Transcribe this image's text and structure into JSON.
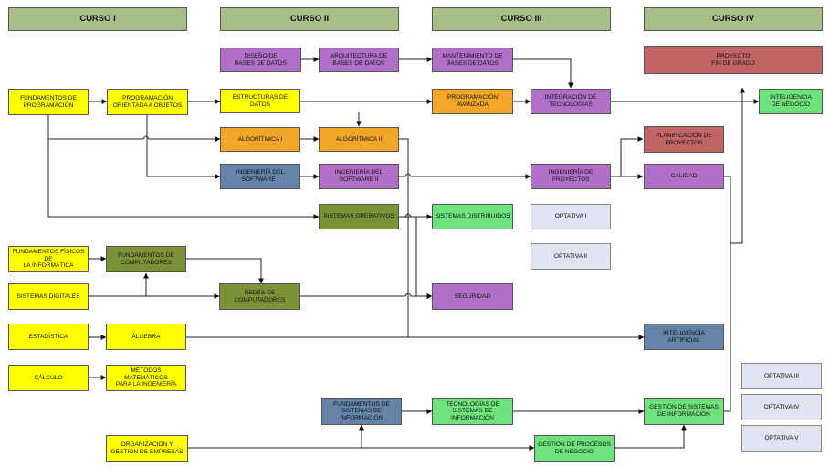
{
  "headers": [
    "CURSO I",
    "CURSO II",
    "CURSO III",
    "CURSO IV"
  ],
  "courses": {
    "fundamentos_programacion": "FUNDAMENTOS DE\nPROGRAMACIÓN",
    "poo": "PROGRAMACIÓN\nORIENTADA A OBJETOS",
    "diseno_bd": "DISEÑO DE\nBASES DE DATOS",
    "arquitectura_bd": "ARQUITECTURA DE\nBASES DE DATOS",
    "mantenimiento_bd": "MANTENIMIENTO DE\nBASES DE DATOS",
    "proyecto_fin_grado": "PROYECTO\nFIN DE GRADO",
    "estructuras_datos": "ESTRUCTURAS DE DATOS",
    "programacion_avanzada": "PROGRAMACIÓN\nAVANZADA",
    "integracion_tecnologias": "INTEGRACIÓN DE\nTECNOLOGÍAS",
    "inteligencia_negocio": "INTELIGENCIA\nDE NEGOCIO",
    "algoritmica_1": "ALGORÍTMICA I",
    "algoritmica_2": "ALGORÍTMICA II",
    "planificacion_proyectos": "PLANIFICACIÓN DE\nPROYECTOS",
    "ingenieria_software_1": "INGENIERÍA DEL\nSOFTWARE I",
    "ingenieria_software_2": "INGENIERÍA DEL\nSOFTWARE II",
    "ingenieria_proyectos": "INGENIERÍA DE\nPROYECTOS",
    "calidad": "CALIDAD",
    "sistemas_operativos": "SISTEMAS OPERATIVOS",
    "sistemas_distribuidos": "SISTEMAS DISTRIBUIDOS",
    "optativa_1": "OPTATIVA I",
    "fundamentos_fisicos": "FUNDAMENTOS FÍSICOS DE\nLA INFORMÁTICA",
    "fundamentos_computadores": "FUNDAMENTOS DE\nCOMPUTADORES",
    "optativa_2": "OPTATIVA II",
    "sistemas_digitales": "SISTEMAS DIGITALES",
    "redes_computadores": "REDES DE\nCOMPUTADORES",
    "seguridad": "SEGURIDAD",
    "estadistica": "ESTADÍSTICA",
    "algebra": "ÁLGEBRA",
    "inteligencia_artificial": "INTELIGENCIA\nARTIFICIAL",
    "calculo": "CÁLCULO",
    "metodos_matematicos": "MÉTODOS MATEMÁTICOS\nPARA LA INGENIERÍA",
    "optativa_3": "OPTATIVA III",
    "optativa_4": "OPTATIVA IV",
    "fundamentos_sistemas_informacion": "FUNDAMENTOS DE\nSISTEMAS DE\nINFORMACIÓN",
    "tecnologias_sistemas_informacion": "TECNOLOGÍAS DE\nSISTEMAS DE\nINFORMACIÓN",
    "gestion_sistemas_informacion": "GESTIÓN DE SISTEMAS\nDE INFORMACIÓN",
    "optativa_5": "OPTATIVA V",
    "organizacion_gestion_empresas": "ORGANIZACIÓN Y\nGESTIÓN DE EMPRESAS",
    "gestion_procesos_negocio": "GESTIÓN DE PROCESOS\nDE NEGOCIO"
  }
}
